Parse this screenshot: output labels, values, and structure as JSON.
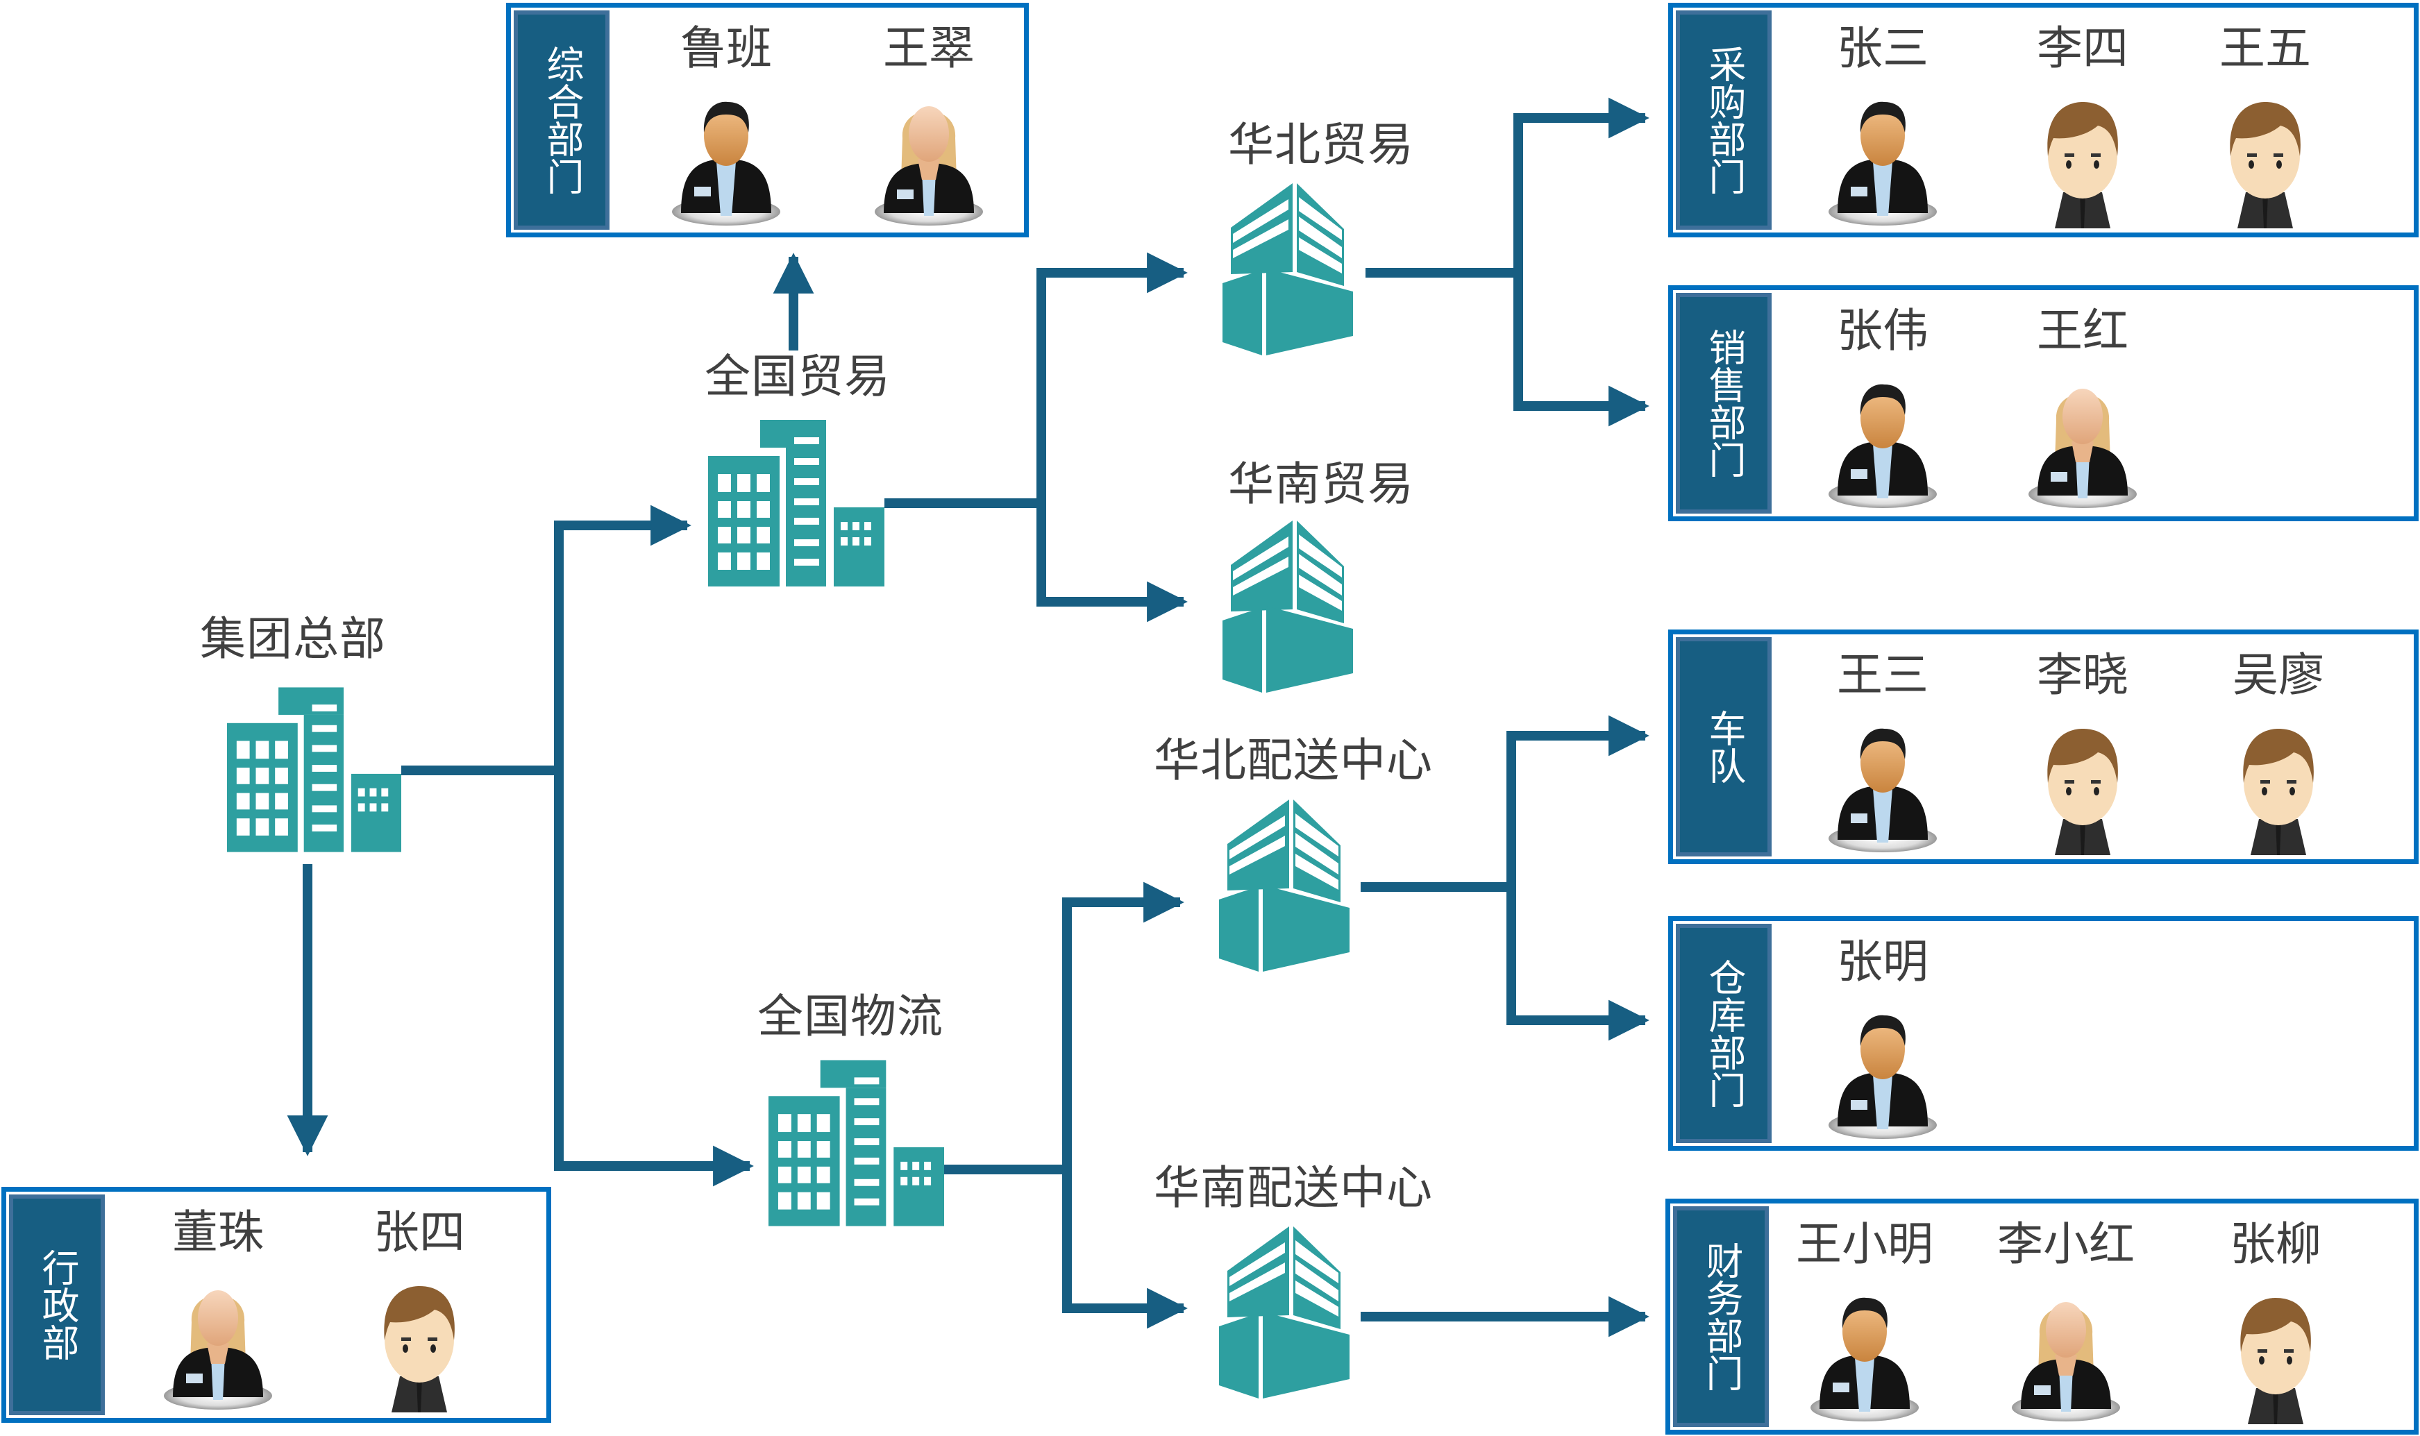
{
  "colors": {
    "connector": "#175E82",
    "building": "#2E9FA0",
    "dept_border": "#0070C0",
    "dept_side": "#175E82",
    "text": "#404040"
  },
  "nodes": {
    "hq": {
      "label": "集团总部",
      "icon": "office-buildings-icon"
    },
    "national_trade": {
      "label": "全国贸易",
      "icon": "office-buildings-icon"
    },
    "national_logistics": {
      "label": "全国物流",
      "icon": "office-buildings-icon"
    },
    "north_trade": {
      "label": "华北贸易",
      "icon": "building-3d-icon"
    },
    "south_trade": {
      "label": "华南贸易",
      "icon": "building-3d-icon"
    },
    "north_distribution": {
      "label": "华北配送中心",
      "icon": "building-3d-icon"
    },
    "south_distribution": {
      "label": "华南配送中心",
      "icon": "building-3d-icon"
    }
  },
  "departments": {
    "general": {
      "name": "综合部门",
      "members": [
        {
          "name": "鲁班",
          "avatar": "businessman-avatar-icon"
        },
        {
          "name": "王翠",
          "avatar": "businesswoman-avatar-icon"
        }
      ]
    },
    "purchasing": {
      "name": "采购部门",
      "members": [
        {
          "name": "张三",
          "avatar": "businessman-avatar-icon"
        },
        {
          "name": "李四",
          "avatar": "cartoon-boy-avatar-icon"
        },
        {
          "name": "王五",
          "avatar": "cartoon-boy-avatar-icon"
        }
      ]
    },
    "sales": {
      "name": "销售部门",
      "members": [
        {
          "name": "张伟",
          "avatar": "businessman-avatar-icon"
        },
        {
          "name": "王红",
          "avatar": "businesswoman-avatar-icon"
        }
      ]
    },
    "fleet": {
      "name": "车队",
      "members": [
        {
          "name": "王三",
          "avatar": "businessman-avatar-icon"
        },
        {
          "name": "李晓",
          "avatar": "cartoon-boy-avatar-icon"
        },
        {
          "name": "吴廖",
          "avatar": "cartoon-boy-avatar-icon"
        }
      ]
    },
    "warehouse": {
      "name": "仓库部门",
      "members": [
        {
          "name": "张明",
          "avatar": "businessman-avatar-icon"
        }
      ]
    },
    "finance": {
      "name": "财务部门",
      "members": [
        {
          "name": "王小明",
          "avatar": "businessman-avatar-icon"
        },
        {
          "name": "李小红",
          "avatar": "businesswoman-avatar-icon"
        },
        {
          "name": "张柳",
          "avatar": "cartoon-boy-avatar-icon"
        }
      ]
    },
    "admin": {
      "name": "行政部",
      "members": [
        {
          "name": "董珠",
          "avatar": "businesswoman-avatar-icon"
        },
        {
          "name": "张四",
          "avatar": "cartoon-boy-avatar-icon"
        }
      ]
    }
  }
}
